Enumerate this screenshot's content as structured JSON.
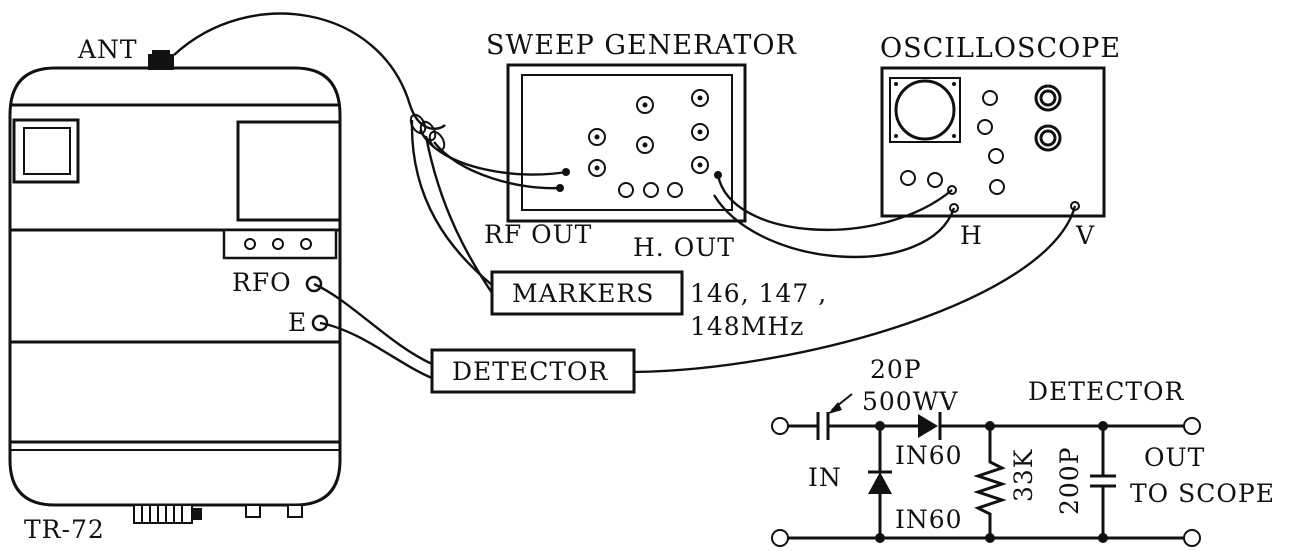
{
  "transceiver": {
    "model_label": "TR-72",
    "ant_label": "ANT",
    "rfo_label": "RFO",
    "e_label": "E"
  },
  "sweep_generator": {
    "title": "SWEEP GENERATOR",
    "rf_out_label": "RF OUT",
    "h_out_label": "H. OUT"
  },
  "oscilloscope": {
    "title": "OSCILLOSCOPE",
    "h_label": "H",
    "v_label": "V"
  },
  "markers": {
    "label": "MARKERS",
    "freq_line1": "146, 147 ,",
    "freq_line2": "148MHz"
  },
  "detector_box": {
    "label": "DETECTOR"
  },
  "schematic": {
    "title": "DETECTOR",
    "cap_value": "20P",
    "cap_voltage": "500WV",
    "diode1": "IN60",
    "diode2": "IN60",
    "resistor": "33K",
    "cap2": "200P",
    "in_label": "IN",
    "out_label": "OUT",
    "to_scope_label": "TO SCOPE"
  }
}
